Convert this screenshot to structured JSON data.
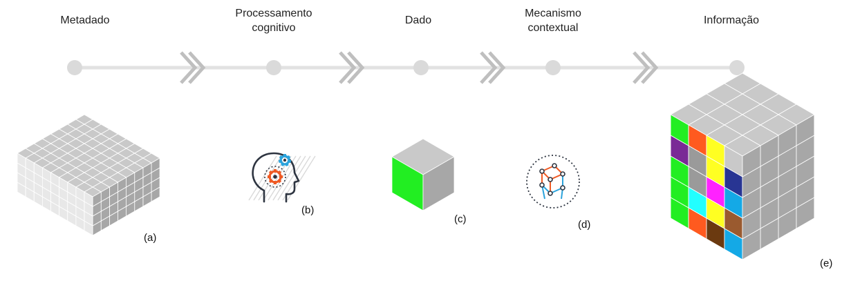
{
  "stages": [
    {
      "label_lines": [
        "Metadado"
      ]
    },
    {
      "label_lines": [
        "Processamento",
        "cognitivo"
      ]
    },
    {
      "label_lines": [
        "Dado"
      ]
    },
    {
      "label_lines": [
        "Mecanismo",
        "contextual"
      ]
    },
    {
      "label_lines": [
        "Informação"
      ]
    }
  ],
  "figures": {
    "a": {
      "tag": "(a)",
      "icon": "metadata-cube-grid-icon"
    },
    "b": {
      "tag": "(b)",
      "icon": "head-gears-icon"
    },
    "c": {
      "tag": "(c)",
      "icon": "single-data-cube-icon"
    },
    "d": {
      "tag": "(d)",
      "icon": "contextual-cube-network-icon"
    },
    "e": {
      "tag": "(e)",
      "icon": "information-colored-cube-icon"
    }
  },
  "colors": {
    "timeline": "#e2e2e2",
    "node": "#dadada",
    "chevron": "#bfbfbf",
    "cube_top": "#c9c9c9",
    "cube_left": "#e8e8e8",
    "cube_right": "#a7a7a7",
    "data_cube_front": "#22ee22",
    "gear_orange": "#ef5a24",
    "gear_blue": "#2ba3dc",
    "info_front_grid": [
      [
        "#22ee22",
        "#ff5a1f",
        "#ffff22",
        "#c9c9c9"
      ],
      [
        "#7a2a96",
        "#9a9a9a",
        "#ffff22",
        "#283593"
      ],
      [
        "#22ee22",
        "#9a9a9a",
        "#ff22ff",
        "#14a9e6"
      ],
      [
        "#22ee22",
        "#22ffff",
        "#ffff22",
        "#9a5a2f"
      ],
      [
        "#22ee22",
        "#ff5a1f",
        "#6b3a10",
        "#14a9e6"
      ]
    ]
  }
}
